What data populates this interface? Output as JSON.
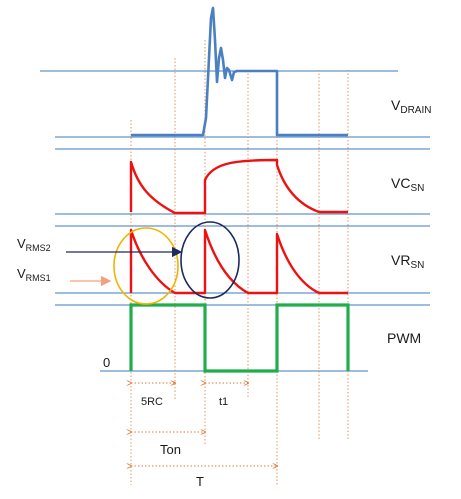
{
  "labels": {
    "vdrain": {
      "main": "V",
      "sub": "DRAIN"
    },
    "vcsn": {
      "main": "VC",
      "sub": "SN"
    },
    "vrsn": {
      "main": "VR",
      "sub": "SN"
    },
    "pwm": "PWM",
    "zero": "0",
    "vrms2": {
      "main": "V",
      "sub": "RMS2"
    },
    "vrms1": {
      "main": "V",
      "sub": "RMS1"
    },
    "five_rc": "5RC",
    "t1": "t1",
    "ton": "Ton",
    "period": "T"
  },
  "colors": {
    "vdrain": "#4a7fc1",
    "snubber": "#ee1111",
    "pwm": "#1fae4b",
    "baseline": "#3a7bbf",
    "marker": "#e07b39",
    "rms2_circle": "#1c2a5e",
    "rms1_circle": "#f0b400",
    "rms2_arrow": "#1c2a5e",
    "rms1_arrow": "#f4a07a"
  }
}
